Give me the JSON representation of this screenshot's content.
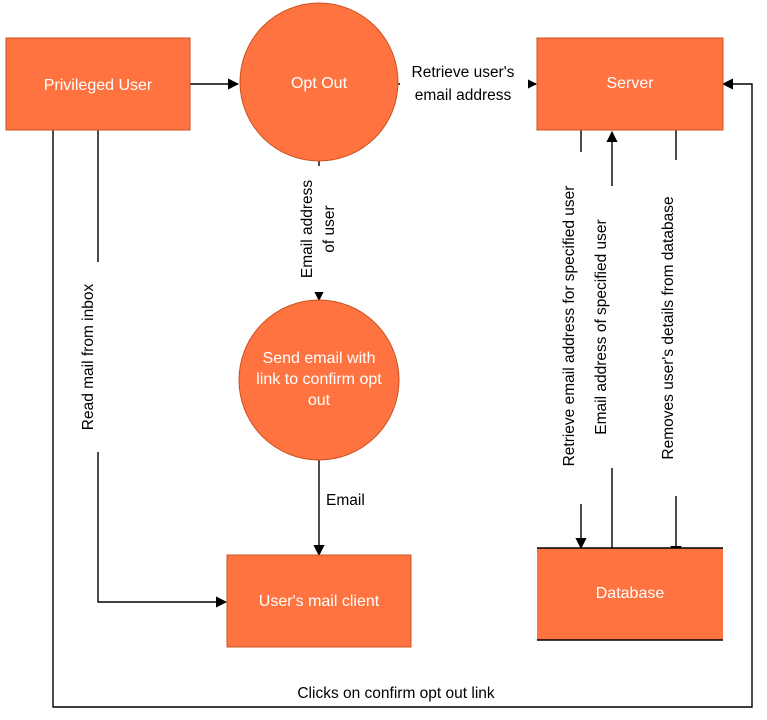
{
  "nodes": {
    "privileged_user": "Privileged User",
    "opt_out": "Opt Out",
    "server": "Server",
    "send_email": [
      "Send email with",
      "link to confirm opt",
      "out"
    ],
    "mail_client": "User's mail client",
    "database": "Database"
  },
  "edges": {
    "retrieve_users_email": [
      "Retrieve user's",
      "email address"
    ],
    "email_address_of_user": [
      "Email address",
      "of user"
    ],
    "email": "Email",
    "read_mail_from_inbox": "Read mail from inbox",
    "retrieve_email_for_specified": "Retrieve email address for specified user",
    "email_of_specified": "Email address of specified user",
    "removes_details": "Removes user's details from database",
    "clicks_confirm": "Clicks on confirm opt out link"
  },
  "colors": {
    "node_fill": "#FF7340",
    "node_text": "#ffffff",
    "edge": "#000000"
  }
}
